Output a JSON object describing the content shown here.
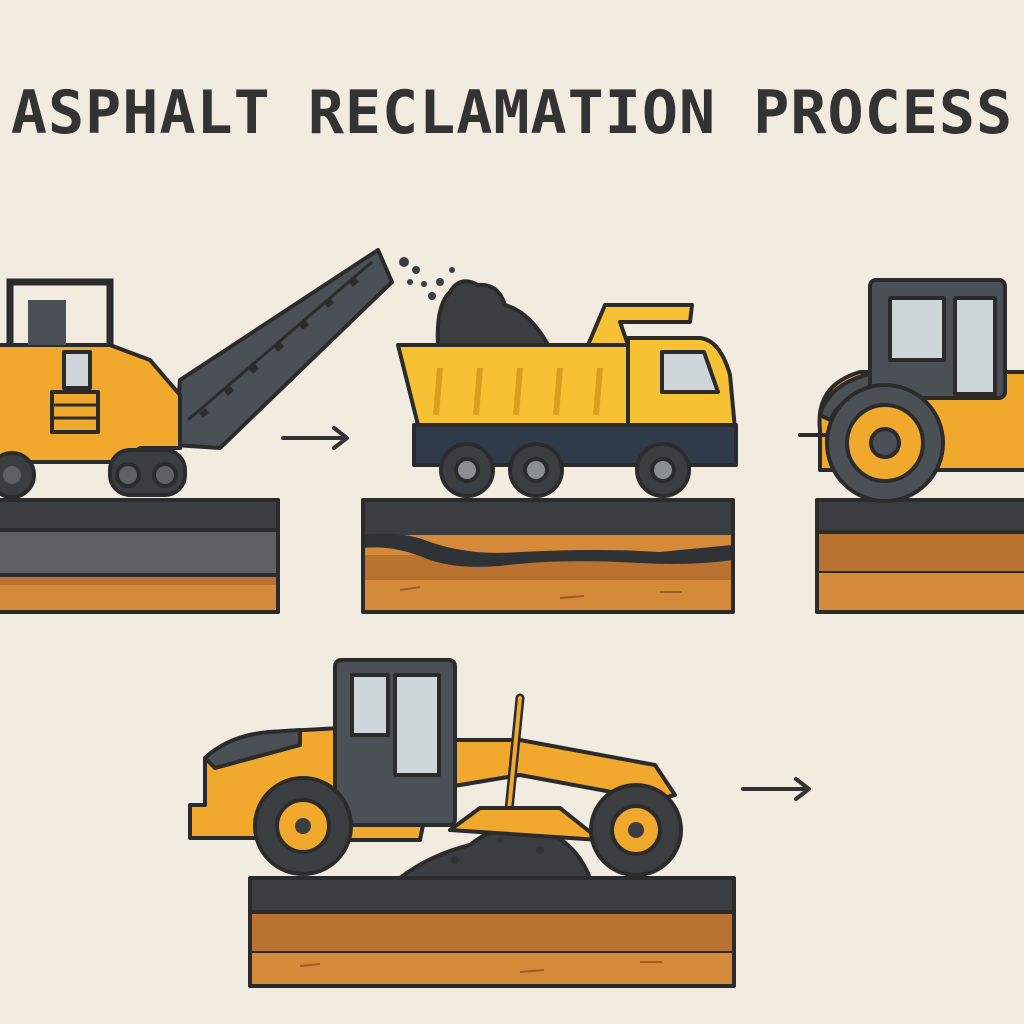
{
  "title": "ASPHALT RECLAMATION PROCESS",
  "steps": [
    {
      "machine": "milling-machine",
      "icon": "milling-machine-icon"
    },
    {
      "machine": "dump-truck",
      "icon": "dump-truck-icon"
    },
    {
      "machine": "compactor-roller",
      "icon": "roller-icon"
    },
    {
      "machine": "motor-grader",
      "icon": "grader-icon"
    }
  ],
  "colors": {
    "background": "#f1ebe0",
    "machine_yellow": "#f0a92c",
    "truck_yellow": "#f6c233",
    "cab_dark": "#4a5056",
    "window": "#cfd6d9",
    "asphalt": "#3b3e41",
    "sub_asphalt": "#5f6062",
    "soil_top": "#b9722f",
    "soil_bottom": "#d58a3a",
    "outline": "#2b2b2b"
  }
}
